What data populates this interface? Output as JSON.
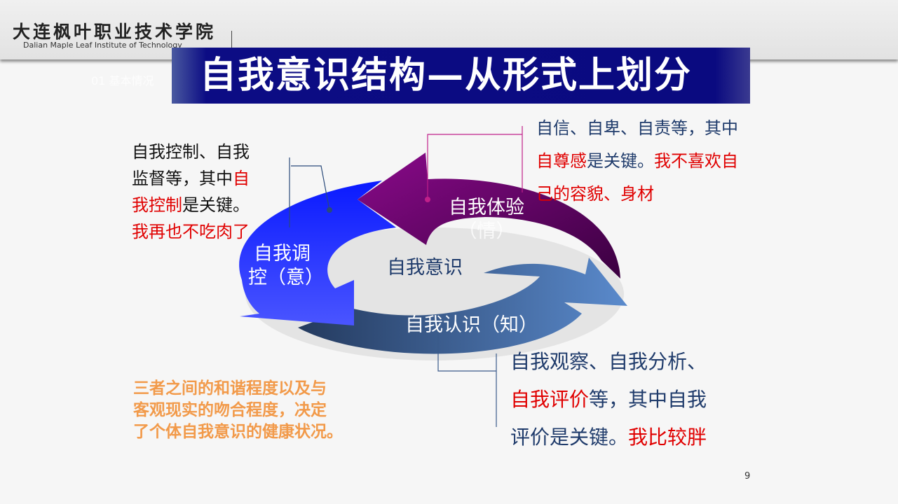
{
  "header": {
    "logo_cn": "大连枫叶职业技术学院",
    "logo_en": "Dalian Maple Leaf Institute of Technology",
    "section": "01 基本情况"
  },
  "title": "自我意识结构—从形式上划分",
  "diagram": {
    "center": "自我意识",
    "control": [
      "自我调",
      "控（意）"
    ],
    "experience": [
      "自我体验",
      "（情）"
    ],
    "cognition": "自我认识（知）"
  },
  "left_note": {
    "l1": "自我控制、自我",
    "l2a": "监督等，其中",
    "l2b": "自",
    "l3a": "我控制",
    "l3b": "是关键。",
    "l4": "我再也不吃肉了"
  },
  "top_note": {
    "l1": "自信、自卑、自责等，其中",
    "l2a": "自尊感",
    "l2b": "是关键。",
    "l2c": "我不喜欢自",
    "l3": "己的容貌、身材"
  },
  "bottom_note": {
    "l1": "自我观察、自我分析、",
    "l2a": "自我评价",
    "l2b": "等，其中自我",
    "l3a": "评价是关键。",
    "l3b": "我比较胖"
  },
  "summary": [
    "三者之间的和谐程度以及与",
    "客观现实的吻合程度，决定",
    "了个体自我意识的健康状况。"
  ],
  "page": "9",
  "colors": {
    "title_bg": "#0a0a80",
    "red": "#e00000",
    "orange": "#f29a4a",
    "navy": "#1f3b6b"
  }
}
